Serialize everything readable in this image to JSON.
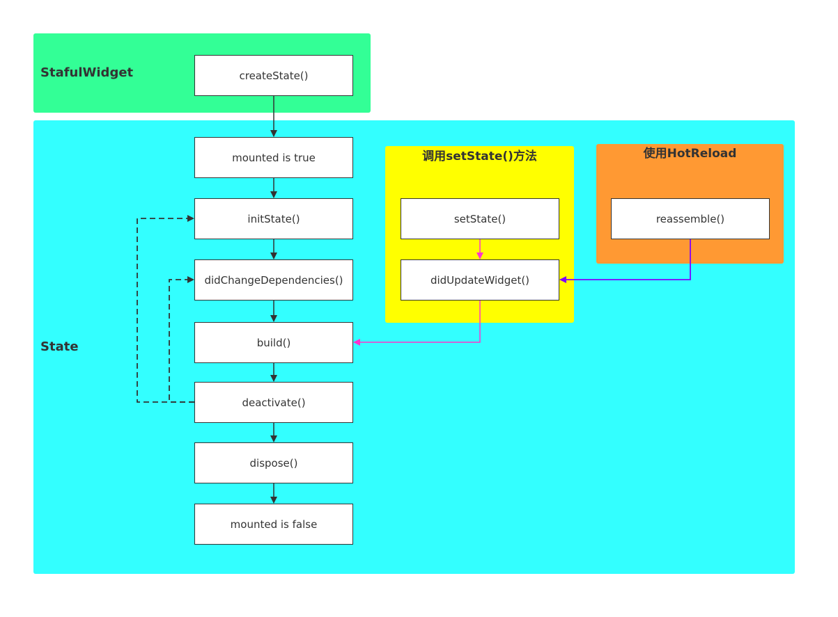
{
  "colors": {
    "stateful_widget": "#33ff96",
    "state": "#33ffff",
    "set_state_group": "#ffff00",
    "hot_reload_group": "#ff9933",
    "arrow_default": "#333333",
    "arrow_setstate": "#ff33cc",
    "arrow_hotreload": "#7f00ff"
  },
  "regions": {
    "stateful_widget": "StafulWidget",
    "state": "State",
    "set_state_group": "调用setState()方法",
    "hot_reload_group": "使用HotReload"
  },
  "nodes": {
    "create_state": "createState()",
    "mounted_true": "mounted is true",
    "init_state": "initState()",
    "did_change_dependencies": "didChangeDependencies()",
    "build": "build()",
    "deactivate": "deactivate()",
    "dispose": "dispose()",
    "mounted_false": "mounted is false",
    "set_state": "setState()",
    "did_update_widget": "didUpdateWidget()",
    "reassemble": "reassemble()"
  }
}
